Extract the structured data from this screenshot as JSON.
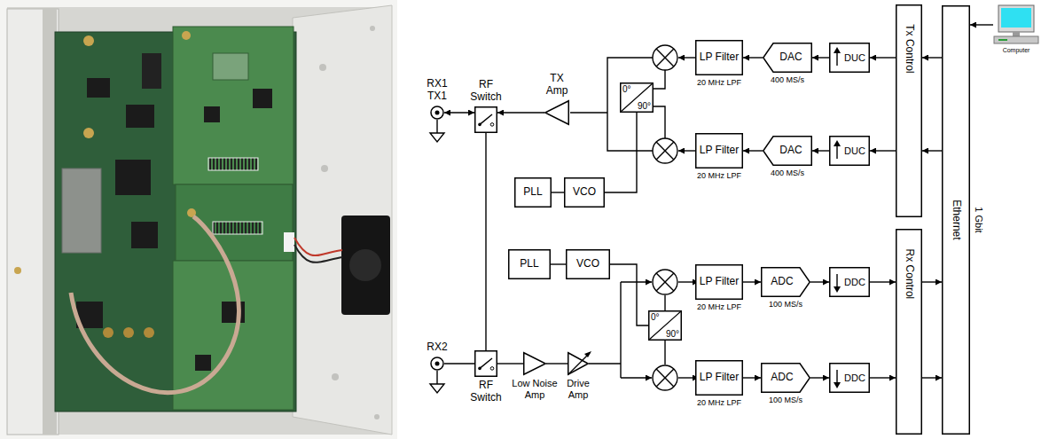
{
  "diagram": {
    "nodes": [
      {
        "text": [
          "RX1 TX1"
        ]
      },
      {
        "text": [
          "RF Switch"
        ]
      },
      {
        "text": [
          "TX Amp"
        ]
      },
      {
        "text": [
          "LP Filter",
          "20 MHz LPF"
        ]
      },
      {
        "text": [
          "DAC",
          "400 MS/s"
        ]
      },
      {
        "text": [
          "DUC"
        ]
      },
      {
        "text": [
          "0°",
          "90°"
        ]
      },
      {
        "text": [
          "LP Filter",
          "20 MHz LPF"
        ]
      },
      {
        "text": [
          "DAC",
          "400 MS/s"
        ]
      },
      {
        "text": [
          "DUC"
        ]
      },
      {
        "text": [
          "PLL"
        ]
      },
      {
        "text": [
          "VCO"
        ]
      },
      {
        "text": [
          "Tx Control"
        ]
      },
      {
        "text": [
          "Ethernet",
          "1 Gbit"
        ]
      },
      {
        "text": [
          "Computer"
        ]
      },
      {
        "text": [
          "PLL"
        ]
      },
      {
        "text": [
          "VCO"
        ]
      },
      {
        "text": [
          "RX2"
        ]
      },
      {
        "text": [
          "RF Switch"
        ]
      },
      {
        "text": [
          "Low Noise Amp"
        ]
      },
      {
        "text": [
          "Drive Amp"
        ]
      },
      {
        "text": [
          "0°",
          "90°"
        ]
      },
      {
        "text": [
          "LP Filter",
          "20 MHz LPF"
        ]
      },
      {
        "text": [
          "ADC",
          "100 MS/s"
        ]
      },
      {
        "text": [
          "DDC"
        ]
      },
      {
        "text": [
          "LP Filter",
          "20 MHz LPF"
        ]
      },
      {
        "text": [
          "ADC",
          "100 MS/s"
        ]
      },
      {
        "text": [
          "DDC"
        ]
      },
      {
        "text": [
          "Rx Control"
        ]
      }
    ],
    "edges": [
      {
        "from": 0,
        "to": 1,
        "arrow": "both"
      },
      {
        "from": 2,
        "to": 1,
        "arrow": "to"
      },
      {
        "from": 4,
        "to": 3,
        "arrow": "to"
      },
      {
        "from": 5,
        "to": 4,
        "arrow": "to"
      },
      {
        "from": 12,
        "to": 5,
        "arrow": "to"
      },
      {
        "from": 8,
        "to": 7,
        "arrow": "to"
      },
      {
        "from": 9,
        "to": 8,
        "arrow": "to"
      },
      {
        "from": 12,
        "to": 9,
        "arrow": "to"
      },
      {
        "from": 13,
        "to": 12,
        "arrow": "to"
      },
      {
        "from": 13,
        "to": 12,
        "arrow": "to"
      },
      {
        "from": 14,
        "to": 13,
        "arrow": "to"
      },
      {
        "from": 10,
        "to": 11,
        "arrow": "none"
      },
      {
        "from": 11,
        "to": 6,
        "arrow": "none"
      },
      {
        "from": 1,
        "to": 18,
        "arrow": "none"
      },
      {
        "from": 15,
        "to": 16,
        "arrow": "none"
      },
      {
        "from": 16,
        "to": 21,
        "arrow": "none"
      },
      {
        "from": 17,
        "to": 18,
        "arrow": "none"
      },
      {
        "from": 18,
        "to": 19,
        "arrow": "none"
      },
      {
        "from": 19,
        "to": 20,
        "arrow": "none"
      },
      {
        "from": 22,
        "to": 23,
        "arrow": "to"
      },
      {
        "from": 23,
        "to": 24,
        "arrow": "to"
      },
      {
        "from": 24,
        "to": 28,
        "arrow": "to"
      },
      {
        "from": 25,
        "to": 26,
        "arrow": "to"
      },
      {
        "from": 26,
        "to": 27,
        "arrow": "to"
      },
      {
        "from": 27,
        "to": 28,
        "arrow": "to"
      },
      {
        "from": 28,
        "to": 13,
        "arrow": "to"
      },
      {
        "from": 28,
        "to": 13,
        "arrow": "to"
      }
    ]
  }
}
